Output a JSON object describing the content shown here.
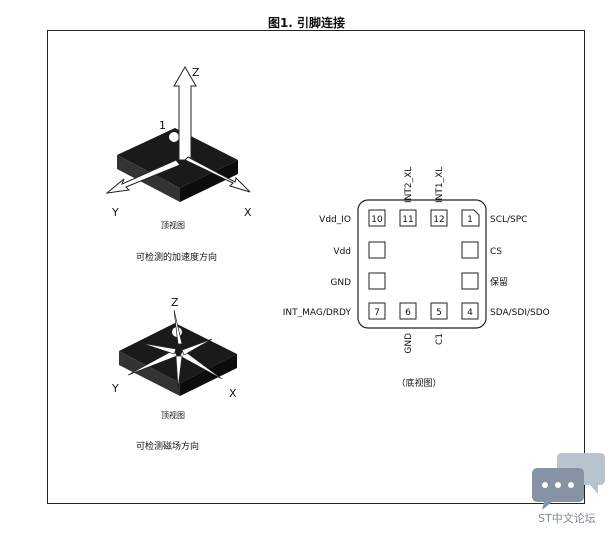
{
  "figure_title": "图1. 引脚连接",
  "accel_view": {
    "axis_z": "Z",
    "axis_x": "X",
    "axis_y": "Y",
    "pin1_mark": "1",
    "view_label": "顶视图",
    "caption": "可检测的加速度方向"
  },
  "mag_view": {
    "axis_z": "Z",
    "axis_x": "X",
    "axis_y": "Y",
    "view_label": "顶视图",
    "caption": "可检测磁场方向"
  },
  "pinout": {
    "caption": "（底视图）",
    "pins": [
      {
        "number": "10",
        "name": "Vdd_IO"
      },
      {
        "number": "11",
        "name": "INT2_XL"
      },
      {
        "number": "12",
        "name": "INT1_XL"
      },
      {
        "number": "1",
        "name": "SCL/SPC"
      },
      {
        "number": "",
        "name": "Vdd"
      },
      {
        "number": "",
        "name": "CS"
      },
      {
        "number": "",
        "name": "GND"
      },
      {
        "number": "",
        "name": "保留"
      },
      {
        "number": "7",
        "name": "INT_MAG/DRDY"
      },
      {
        "number": "6",
        "name": "GND"
      },
      {
        "number": "5",
        "name": "C1"
      },
      {
        "number": "4",
        "name": "SDA/SDI/SDO"
      }
    ]
  },
  "watermark": {
    "text": "ST中文论坛",
    "icon": "chat-bubbles-icon"
  }
}
